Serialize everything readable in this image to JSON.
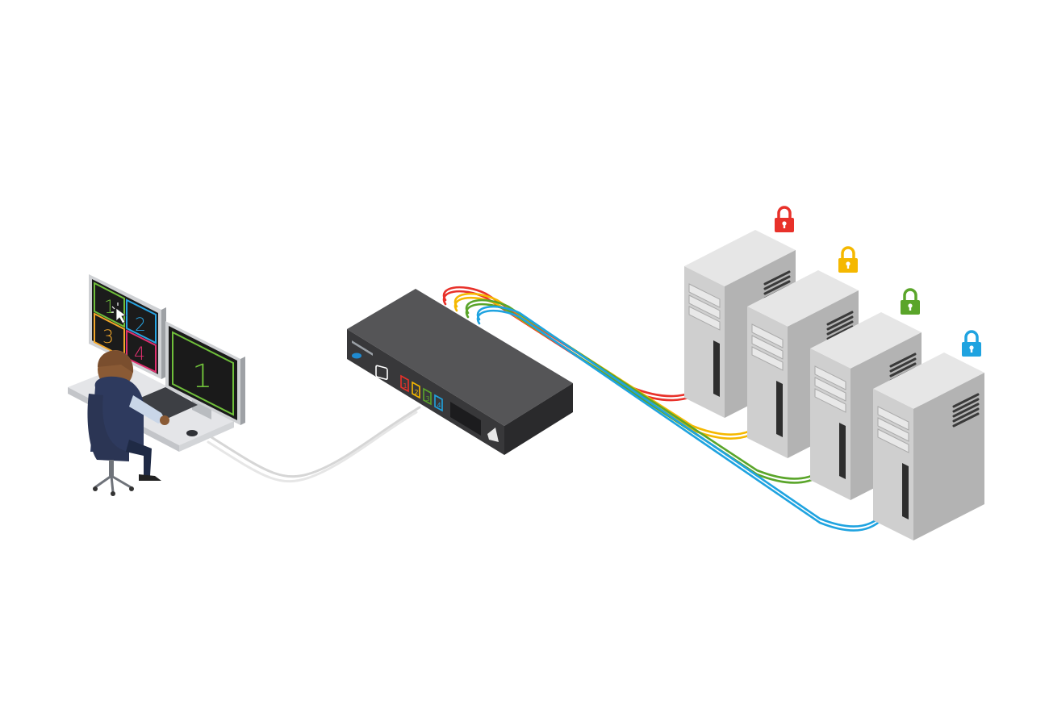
{
  "workstation": {
    "left_monitor_tiles": [
      "1",
      "2",
      "3",
      "4"
    ],
    "right_monitor_label": "1"
  },
  "switch": {
    "port_labels": [
      "1",
      "2",
      "3",
      "4"
    ]
  },
  "colors": {
    "channel_1": "#e8312a",
    "channel_2": "#f5b800",
    "channel_3": "#5aa52a",
    "channel_4": "#1fa3e0",
    "switch_body": "#4a4a4c",
    "server_light": "#d9d9d9",
    "server_dark": "#9e9e9e"
  },
  "servers": [
    {
      "icon": "lock-icon",
      "color": "#e8312a"
    },
    {
      "icon": "lock-icon",
      "color": "#f5b800"
    },
    {
      "icon": "lock-icon",
      "color": "#5aa52a"
    },
    {
      "icon": "lock-icon",
      "color": "#1fa3e0"
    }
  ]
}
